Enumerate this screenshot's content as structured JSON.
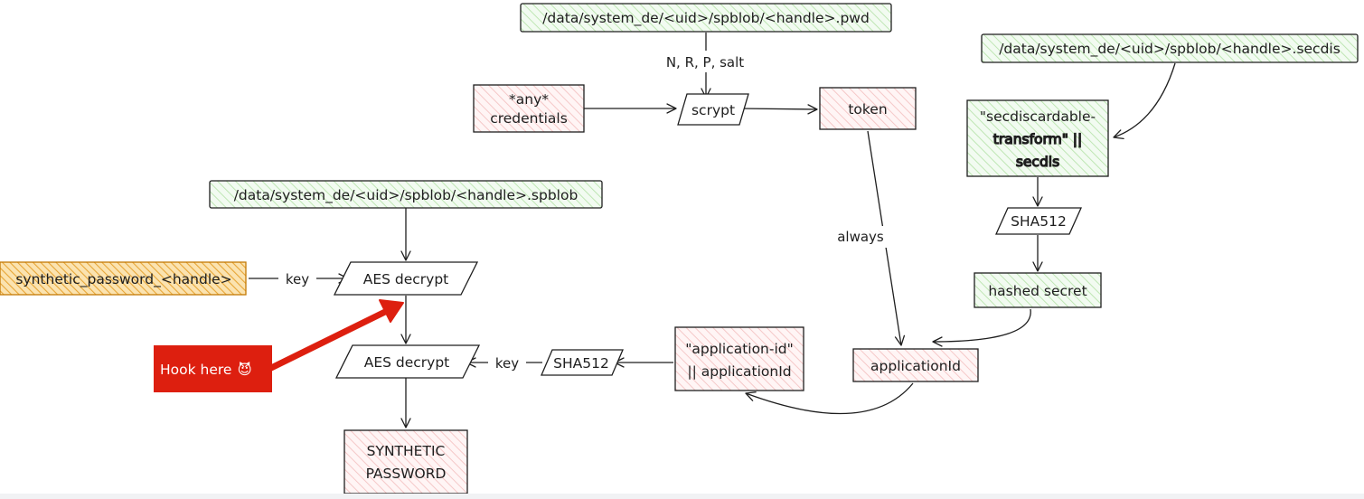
{
  "diagram": {
    "nodes": {
      "pwd_file": "/data/system_de/<uid>/spblob/<handle>.pwd",
      "secdis_file": "/data/system_de/<uid>/spblob/<handle>.secdis",
      "spblob_file": "/data/system_de/<uid>/spblob/<handle>.spblob",
      "credentials_line1": "*any*",
      "credentials_line2": "credentials",
      "scrypt": "scrypt",
      "token": "token",
      "secdis_transform_line1": "\"secdiscardable-",
      "secdis_transform_line2": "transform\" ||",
      "secdis_transform_line3": "secdis",
      "sha512_right": "SHA512",
      "hashed_secret": "hashed secret",
      "application_id": "applicationId",
      "app_id_concat_line1": "\"application-id\"",
      "app_id_concat_line2": "|| applicationId",
      "sha512_left": "SHA512",
      "aes_decrypt_top": "AES decrypt",
      "aes_decrypt_bottom": "AES decrypt",
      "synthetic_password_handle": "synthetic_password_<handle>",
      "synthetic_password_line1": "SYNTHETIC",
      "synthetic_password_line2": "PASSWORD"
    },
    "edge_labels": {
      "scrypt_params": "N, R, P, salt",
      "always": "always",
      "key_top": "key",
      "key_bottom": "key"
    },
    "callout": {
      "text": "Hook here",
      "emoji": "😈",
      "color": "#dd1f0f"
    },
    "colors": {
      "green_fill": "#b2f2bb",
      "pink_fill": "#ffc9c9",
      "orange_fill": "#f08c00",
      "stroke": "#1e1e1e"
    }
  }
}
